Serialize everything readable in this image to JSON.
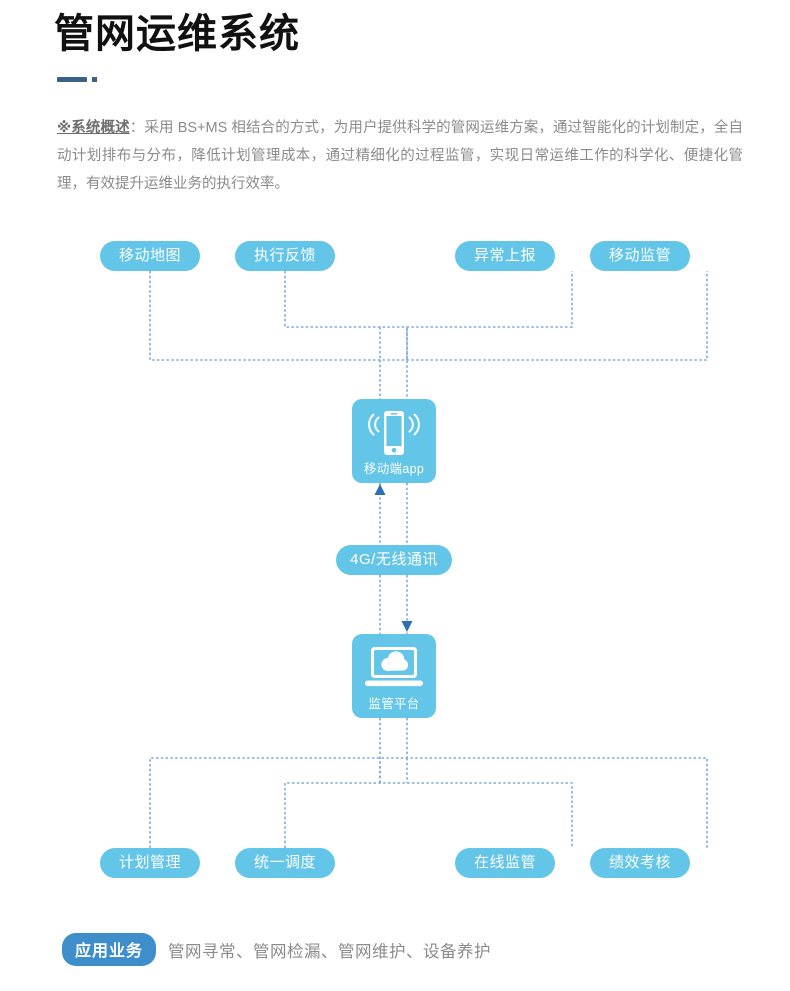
{
  "header": {
    "title": "管网运维系统",
    "divider_color": "#3b6286"
  },
  "overview": {
    "lead": "※系统概述",
    "body": "：采用 BS+MS  相结合的方式，为用户提供科学的管网运维方案，通过智能化的计划制定，全自动计划排布与分布，降低计划管理成本，通过精细化的过程监管，实现日常运维工作的科学化、便捷化管理，有效提升运维业务的执行效率。"
  },
  "colors": {
    "node_blue": "#63c5e8",
    "line_blue": "#7aa8e0",
    "arrow_blue": "#2f6db5",
    "footer_tag_blue": "#3e8ecc",
    "text_gray": "#8b8b8b"
  },
  "diagram": {
    "top_nodes": [
      {
        "label": "移动地图",
        "name": "node-mobile-map"
      },
      {
        "label": "执行反馈",
        "name": "node-execution-feedback"
      },
      {
        "label": "异常上报",
        "name": "node-exception-report"
      },
      {
        "label": "移动监管",
        "name": "node-mobile-supervision"
      }
    ],
    "bottom_nodes": [
      {
        "label": "计划管理",
        "name": "node-plan-management"
      },
      {
        "label": "统一调度",
        "name": "node-unified-dispatch"
      },
      {
        "label": "在线监管",
        "name": "node-online-supervision"
      },
      {
        "label": "绩效考核",
        "name": "node-performance-review"
      }
    ],
    "mobile_app": {
      "label": "移动端app",
      "icon": "smartphone-signal-icon"
    },
    "link": {
      "label": "4G/无线通讯"
    },
    "platform": {
      "label": "监管平台",
      "icon": "laptop-cloud-icon"
    }
  },
  "footer": {
    "tag": "应用业务",
    "text": "管网寻常、管网检漏、管网维护、设备养护"
  }
}
